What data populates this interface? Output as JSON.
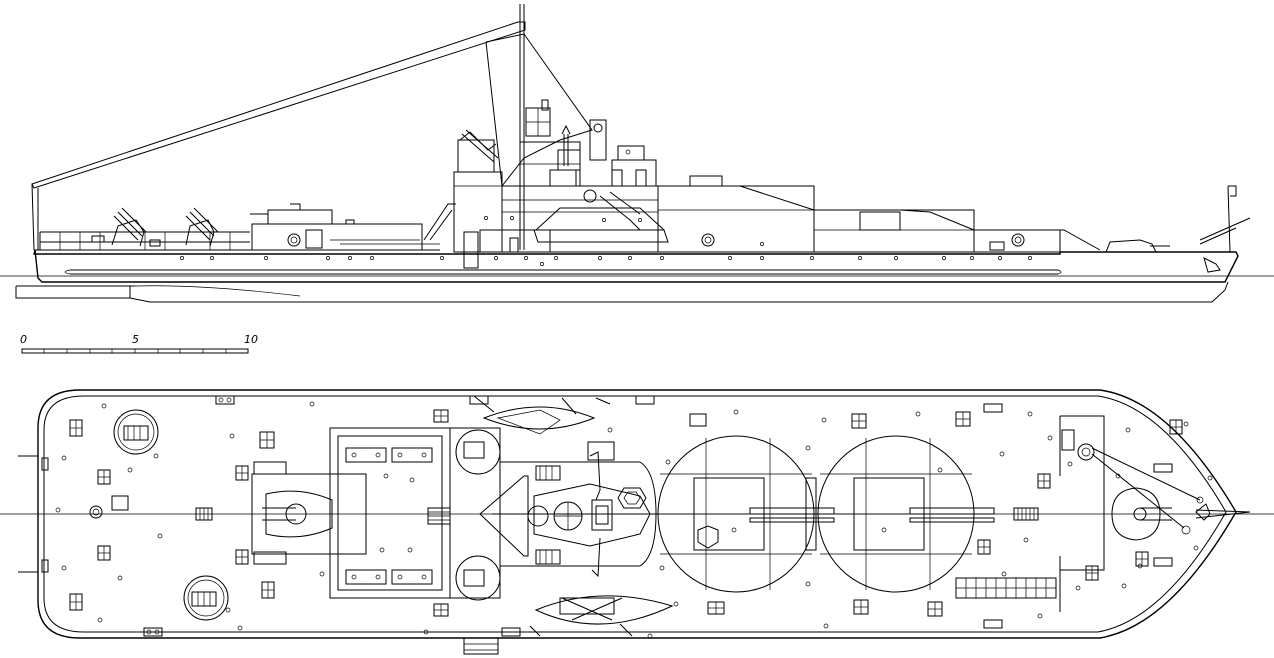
{
  "scale_bar": {
    "labels": [
      "0",
      "5",
      "10"
    ]
  },
  "colors": {
    "ink": "#000000",
    "paper": "#ffffff"
  }
}
